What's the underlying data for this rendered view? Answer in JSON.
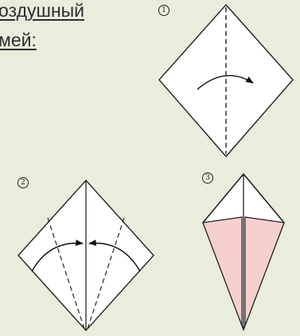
{
  "title": {
    "line1": "оздушный",
    "line2": "мей:"
  },
  "steps": [
    {
      "number": "1"
    },
    {
      "number": "2"
    },
    {
      "number": "3"
    }
  ]
}
